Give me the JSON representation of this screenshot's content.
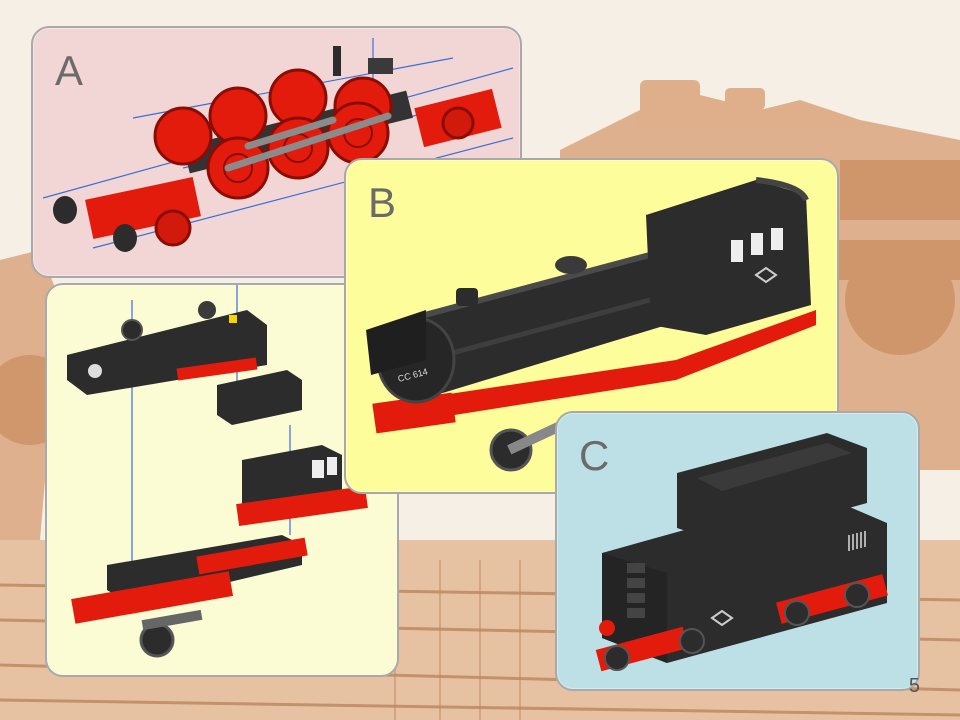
{
  "page": {
    "number": "5"
  },
  "panels": {
    "a": {
      "letter": "A",
      "subject": "wheel-chassis"
    },
    "b": {
      "letter": "B",
      "subject": "assembled-locomotive"
    },
    "c": {
      "letter": "C",
      "subject": "tender"
    },
    "d": {
      "subject": "exploded-sub-assembly"
    }
  },
  "model": {
    "number_plate": "CC 614"
  },
  "colors": {
    "panel_a_bg": "#f2d6d6",
    "panel_b_bg": "#fdfd9c",
    "panel_c_bg": "#bde0e6",
    "panel_d_bg": "#fbfbd4",
    "brick_red": "#e21b0c",
    "brick_black": "#2c2c2c",
    "background_sepia": "#d9a57a"
  }
}
